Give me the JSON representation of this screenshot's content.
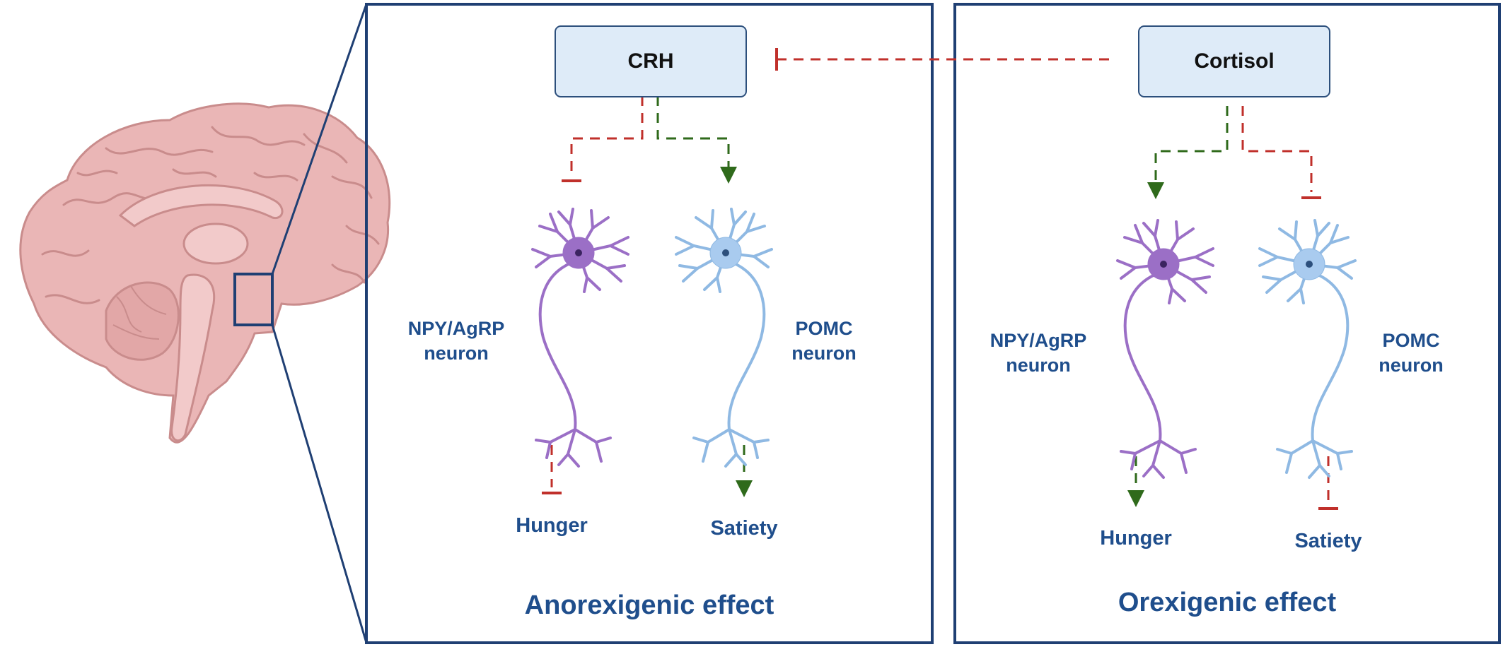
{
  "colors": {
    "frame": "#1f3f73",
    "label": "#1f4e8c",
    "inhibit": "#c0302b",
    "stimulate": "#2f6a1b",
    "npy_neuron": "#9b6fc6",
    "pomc_neuron": "#8fb9e3",
    "brain": "#e8b3b3"
  },
  "left_panel": {
    "hormone": "CRH",
    "neuron_a": {
      "line1": "NPY/AgRP",
      "line2": "neuron"
    },
    "neuron_b": {
      "line1": "POMC",
      "line2": "neuron"
    },
    "outcome_a": "Hunger",
    "outcome_b": "Satiety",
    "effect": "Anorexigenic effect"
  },
  "right_panel": {
    "hormone": "Cortisol",
    "neuron_a": {
      "line1": "NPY/AgRP",
      "line2": "neuron"
    },
    "neuron_b": {
      "line1": "POMC",
      "line2": "neuron"
    },
    "outcome_a": "Hunger",
    "outcome_b": "Satiety",
    "effect": "Orexigenic effect"
  },
  "relations": [
    {
      "from": "Cortisol",
      "to": "CRH",
      "type": "inhibits"
    },
    {
      "from": "CRH",
      "to": "NPY/AgRP neuron",
      "type": "inhibits"
    },
    {
      "from": "CRH",
      "to": "POMC neuron",
      "type": "stimulates"
    },
    {
      "from": "Cortisol",
      "to": "NPY/AgRP neuron",
      "type": "stimulates"
    },
    {
      "from": "Cortisol",
      "to": "POMC neuron",
      "type": "inhibits"
    }
  ]
}
